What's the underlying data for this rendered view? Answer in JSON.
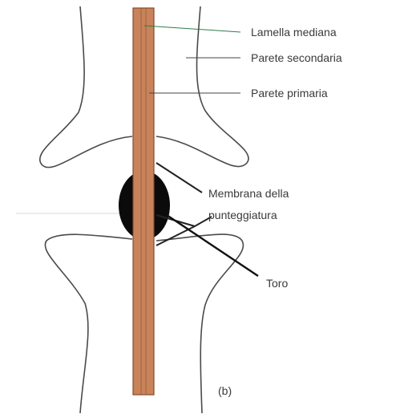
{
  "labels": {
    "lamella_mediana": "Lamella mediana",
    "parete_secondaria": "Parete secondaria",
    "parete_primaria": "Parete primaria",
    "membrana_line1": "Membrana della",
    "membrana_line2": "punteggiatura",
    "toro": "Toro",
    "panel": "(b)"
  },
  "colors": {
    "wall_fill": "#c8835b",
    "wall_stroke": "#8a4a2c",
    "torus": "#0b0b0b",
    "outline": "#4a4a4a",
    "leader": "#222222"
  }
}
